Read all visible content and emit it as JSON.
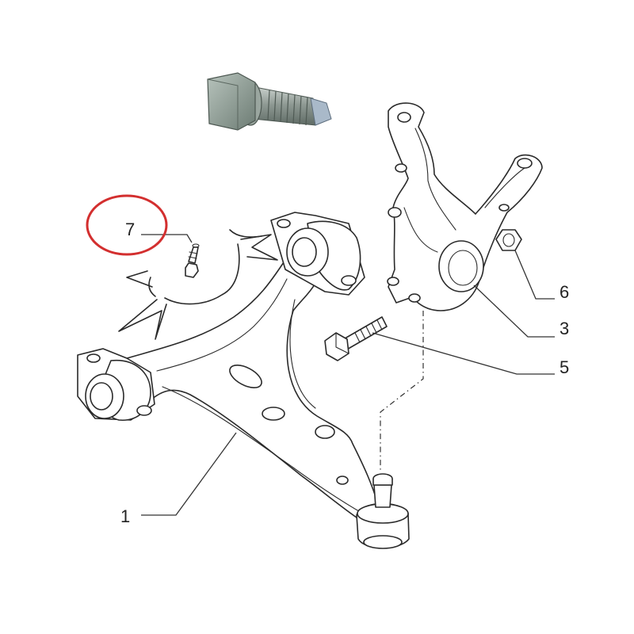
{
  "callouts": [
    {
      "id": "1",
      "text": "1"
    },
    {
      "id": "3",
      "text": "3"
    },
    {
      "id": "5",
      "text": "5"
    },
    {
      "id": "6",
      "text": "6"
    },
    {
      "id": "7",
      "text": "7"
    }
  ],
  "highlight": {
    "target": "7",
    "color": "#d32f2f"
  },
  "colors": {
    "ink": "#2a2a2a",
    "bolt_metal": "#8f9a94",
    "bolt_head": "#7f8f86",
    "thread_tip": "#9fb0c0"
  },
  "parts": [
    {
      "callout": "1",
      "depicts": "lower-control-arm"
    },
    {
      "callout": "3",
      "depicts": "steering-knuckle"
    },
    {
      "callout": "5",
      "depicts": "knuckle-bolt"
    },
    {
      "callout": "6",
      "depicts": "hex-nut"
    },
    {
      "callout": "7",
      "depicts": "bushing-bolt"
    }
  ]
}
